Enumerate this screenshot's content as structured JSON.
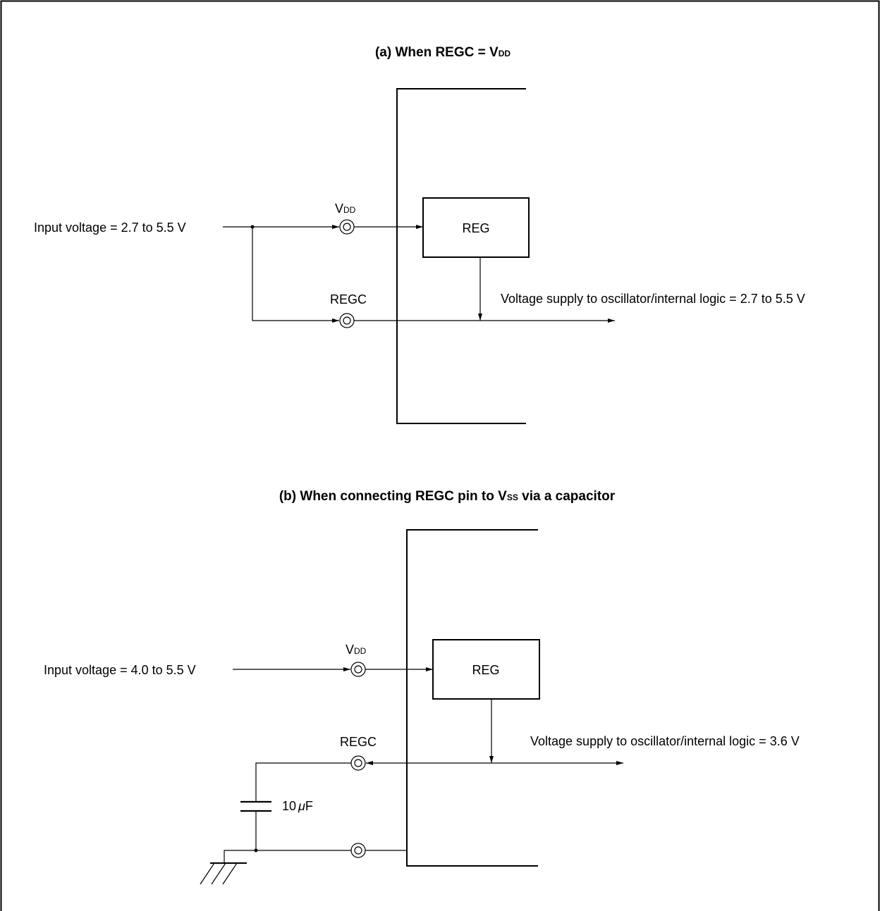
{
  "figure_a": {
    "title_main": "(a)  When REGC = V",
    "title_sub": "DD",
    "vdd_pin_main": "V",
    "vdd_pin_sub": "DD",
    "input_label": "Input voltage = 2.7 to 5.5 V",
    "reg_label": "REG",
    "regc_pin": "REGC",
    "output_label": "Voltage supply to oscillator/internal logic = 2.7 to 5.5 V"
  },
  "figure_b": {
    "title_main": "(b)  When connecting REGC pin to V",
    "title_sub": "SS",
    "title_tail": " via a capacitor",
    "vdd_pin_main": "V",
    "vdd_pin_sub": "DD",
    "input_label": "Input voltage = 4.0 to 5.5 V",
    "reg_label": "REG",
    "regc_pin": "REGC",
    "output_label": "Voltage supply to oscillator/internal logic = 3.6 V",
    "capacitor_value": "10",
    "capacitor_unit_mu": "μ",
    "capacitor_unit_f": "F"
  },
  "icons": {
    "pin": "double-circle-terminal-icon",
    "ground": "ground-symbol-icon",
    "capacitor": "capacitor-icon",
    "arrowhead": "arrowhead-icon"
  }
}
